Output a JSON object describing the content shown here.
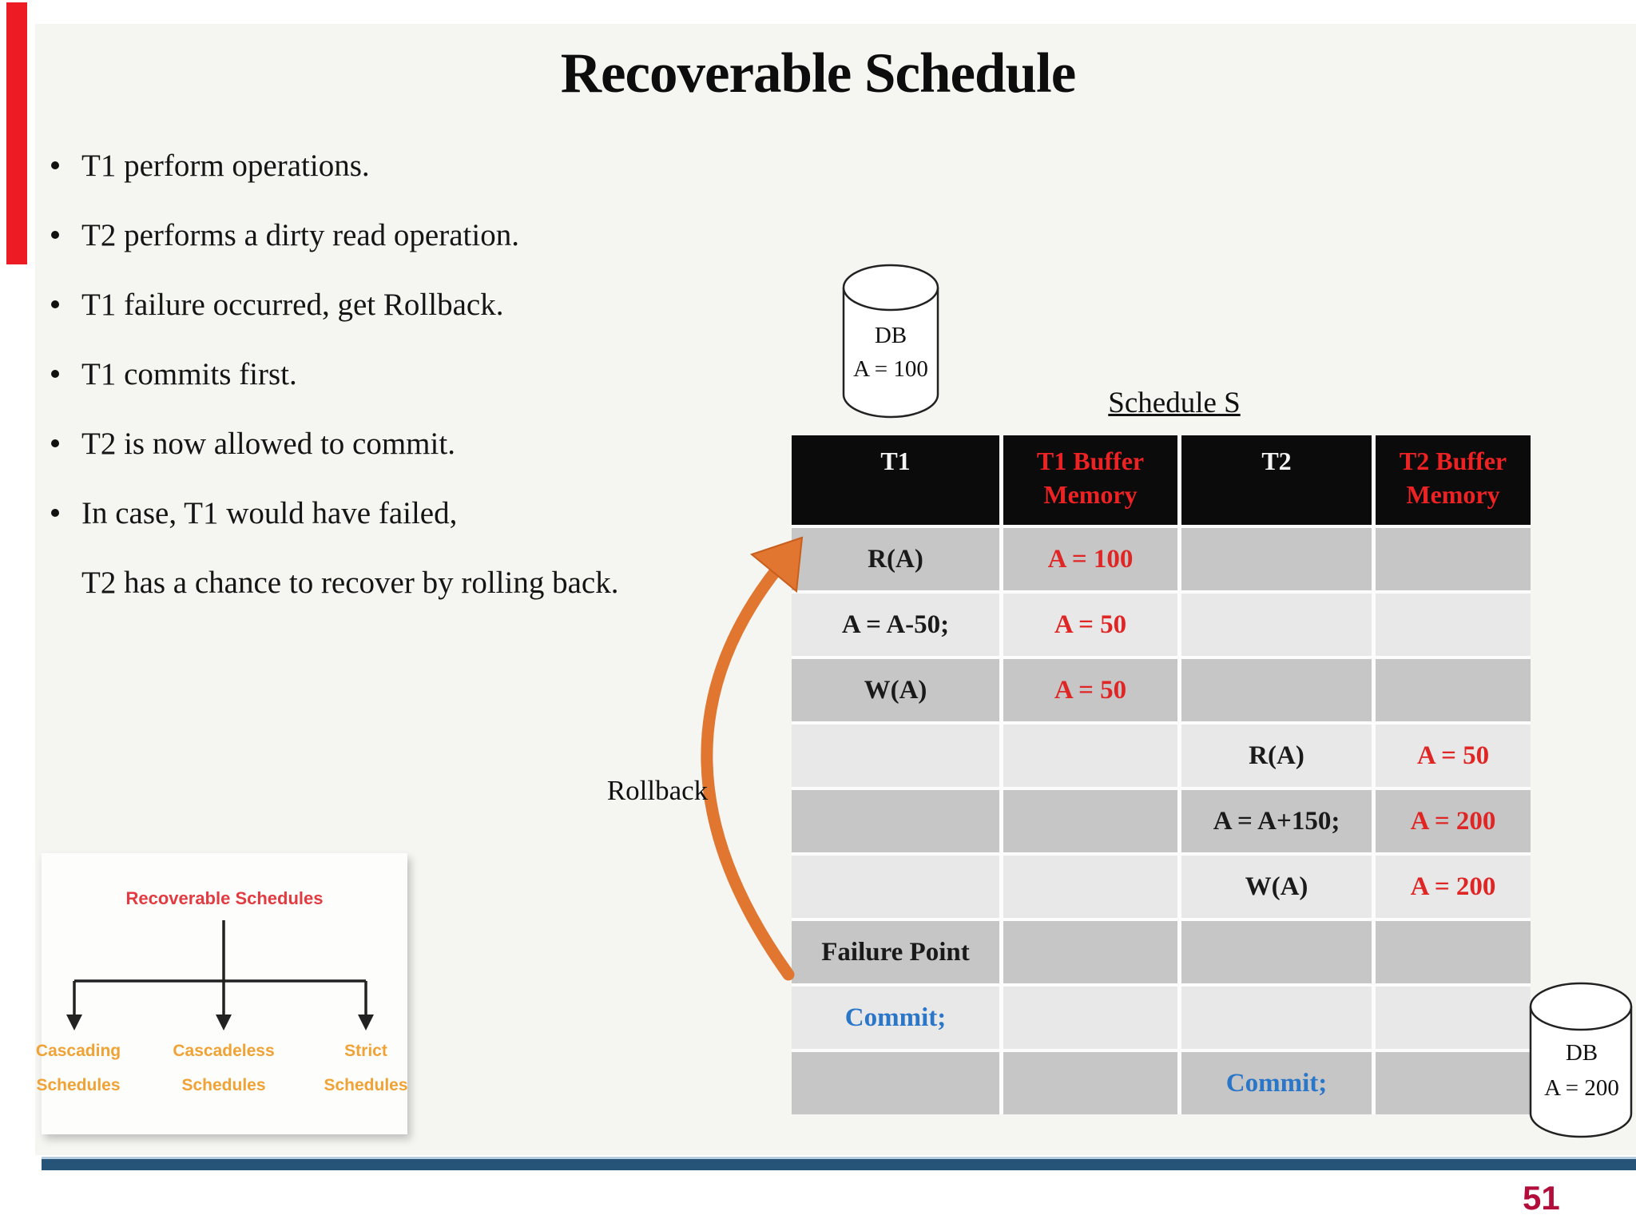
{
  "slide": {
    "title": "Recoverable Schedule",
    "page_number": "51"
  },
  "bullets": {
    "items": [
      "T1 perform operations.",
      "T2 performs a dirty read operation.",
      "T1 failure occurred, get Rollback.",
      "T1 commits first.",
      "T2 is now allowed to commit.",
      "In case, T1 would have failed,",
      "T2 has a chance to recover by rolling back."
    ]
  },
  "db_initial": {
    "name": "DB",
    "value": "A = 100"
  },
  "db_final": {
    "name": "DB",
    "value": "A = 200"
  },
  "schedule": {
    "label": "Schedule S"
  },
  "rollback": {
    "label": "Rollback"
  },
  "table": {
    "headers": [
      "T1",
      "T1 Buffer Memory",
      "T2",
      "T2 Buffer Memory"
    ],
    "rows": [
      [
        "R(A)",
        "A = 100",
        "",
        ""
      ],
      [
        "A = A-50;",
        "A = 50",
        "",
        ""
      ],
      [
        "W(A)",
        "A = 50",
        "",
        ""
      ],
      [
        "",
        "",
        "R(A)",
        "A = 50"
      ],
      [
        "",
        "",
        "A = A+150;",
        "A = 200"
      ],
      [
        "",
        "",
        "W(A)",
        "A = 200"
      ],
      [
        "Failure Point",
        "",
        "",
        ""
      ],
      [
        "Commit;",
        "",
        "",
        ""
      ],
      [
        "",
        "",
        "Commit;",
        ""
      ]
    ]
  },
  "tree": {
    "title": "Recoverable Schedules",
    "children": [
      {
        "line1": "Cascading",
        "line2": "Schedules"
      },
      {
        "line1": "Cascadeless",
        "line2": "Schedules"
      },
      {
        "line1": "Strict",
        "line2": "Schedules"
      }
    ]
  },
  "colors": {
    "accent_red": "#ed1c24",
    "header_red": "#ee2222",
    "table_value_red": "#e02525",
    "commit_blue": "#2a76c8",
    "arrow_orange": "#e0762f",
    "tree_title_red": "#e23b41",
    "tree_child_orange": "#f0a235",
    "footer_bar_navy": "#265478",
    "page_number_crimson": "#b30d3c"
  }
}
